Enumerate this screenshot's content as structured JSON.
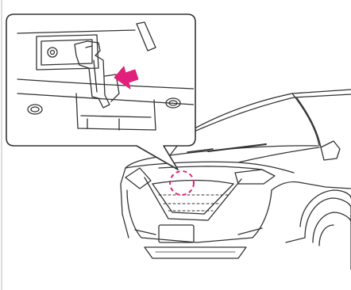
{
  "figure": {
    "callout": {
      "detail": "hood-release-lever",
      "arrow_color": "#e0207a"
    },
    "highlight": {
      "location": "hood-front-center",
      "circle_color": "#e0207a",
      "style": "dashed"
    },
    "vehicle": "compact-suv-front-three-quarter"
  },
  "colors": {
    "line": "#333333",
    "background": "#ffffff",
    "accent": "#e0207a"
  }
}
